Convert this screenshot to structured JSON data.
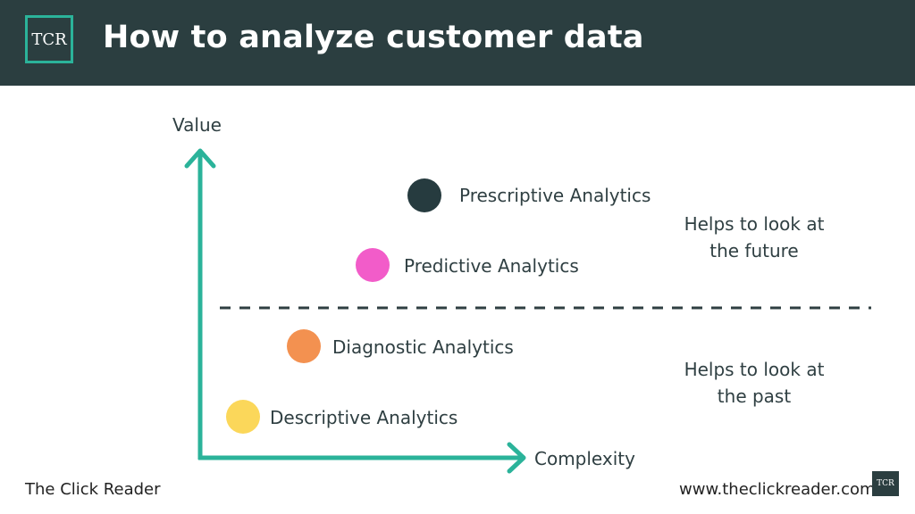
{
  "header": {
    "logo_text": "TCR",
    "title": "How to analyze customer data"
  },
  "axes": {
    "y_label": "Value",
    "x_label": "Complexity"
  },
  "points": [
    {
      "label": "Prescriptive Analytics",
      "color": "#263b3f"
    },
    {
      "label": "Predictive Analytics",
      "color": "#f25cc9"
    },
    {
      "label": "Diagnostic Analytics",
      "color": "#f39150"
    },
    {
      "label": "Descriptive Analytics",
      "color": "#fbd75a"
    }
  ],
  "zones": {
    "future": "Helps to look at the future",
    "past": "Helps to look at the past"
  },
  "footer": {
    "brand": "The Click Reader",
    "url": "www.theclickreader.com",
    "logo_text": "TCR"
  },
  "colors": {
    "header_bg": "#2b3e40",
    "accent": "#2bb39a",
    "divider": "#2f3f42"
  }
}
